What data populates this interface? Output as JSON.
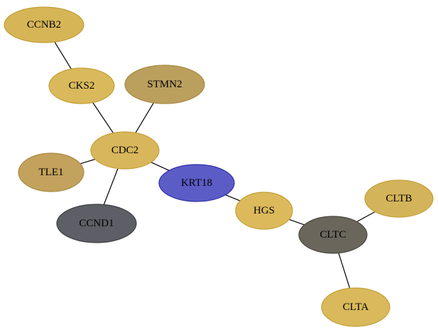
{
  "graph": {
    "nodes": [
      {
        "id": "ccnb2",
        "label": "CCNB2",
        "fill": "#d6b557",
        "stroke": "#c49f35"
      },
      {
        "id": "cks2",
        "label": "CKS2",
        "fill": "#d9b95b",
        "stroke": "#c49f35"
      },
      {
        "id": "stmn2",
        "label": "STMN2",
        "fill": "#bb9f5d",
        "stroke": "#a88b45"
      },
      {
        "id": "cdc2",
        "label": "CDC2",
        "fill": "#d8b65b",
        "stroke": "#c49f35"
      },
      {
        "id": "tle1",
        "label": "TLE1",
        "fill": "#c2a25c",
        "stroke": "#a98a45"
      },
      {
        "id": "ccnd1",
        "label": "CCND1",
        "fill": "#5e5e66",
        "stroke": "#3e3e46"
      },
      {
        "id": "krt18",
        "label": "KRT18",
        "fill": "#5c5cc7",
        "stroke": "#2f2fa6"
      },
      {
        "id": "hgs",
        "label": "HGS",
        "fill": "#dcba5c",
        "stroke": "#c49f35"
      },
      {
        "id": "cltc",
        "label": "CLTC",
        "fill": "#6a665c",
        "stroke": "#48453d"
      },
      {
        "id": "cltb",
        "label": "CLTB",
        "fill": "#d4b45a",
        "stroke": "#c49f35"
      },
      {
        "id": "clta",
        "label": "CLTA",
        "fill": "#d9b95b",
        "stroke": "#c49f35"
      }
    ],
    "edges": [
      {
        "source": "ccnb2",
        "target": "cks2"
      },
      {
        "source": "cks2",
        "target": "cdc2"
      },
      {
        "source": "stmn2",
        "target": "cdc2"
      },
      {
        "source": "tle1",
        "target": "cdc2"
      },
      {
        "source": "ccnd1",
        "target": "cdc2"
      },
      {
        "source": "cdc2",
        "target": "krt18"
      },
      {
        "source": "krt18",
        "target": "hgs"
      },
      {
        "source": "hgs",
        "target": "cltc"
      },
      {
        "source": "cltc",
        "target": "cltb"
      },
      {
        "source": "cltc",
        "target": "clta"
      }
    ]
  }
}
